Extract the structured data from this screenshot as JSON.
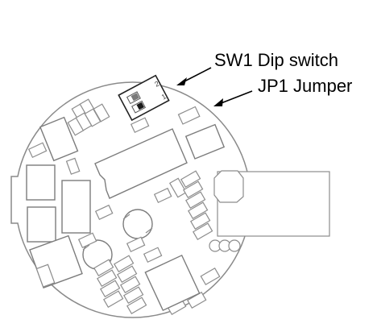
{
  "labels": {
    "sw1": "SW1 Dip switch",
    "jp1": "JP1 Jumper"
  },
  "switch_markings": {
    "top": "2",
    "bottom": "1"
  },
  "colors": {
    "outline": "#8a8a8a",
    "component": "#7c7c7c",
    "text": "#000000",
    "switch_knob": "#7a7a7a",
    "switch_knob_dark": "#1a1a1a"
  }
}
